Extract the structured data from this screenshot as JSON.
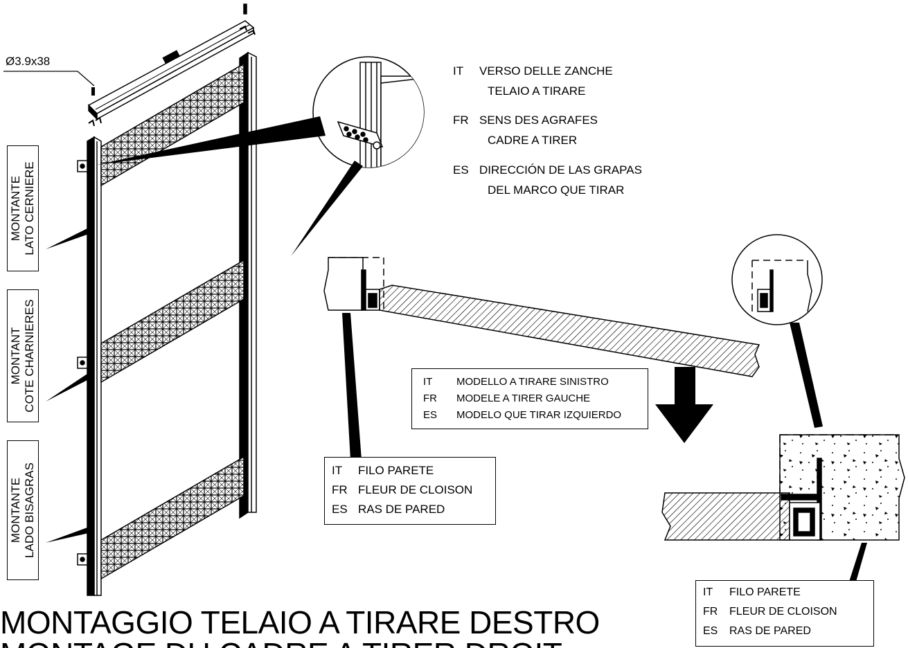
{
  "screw_label": "Ø3.9x38",
  "side_labels": [
    {
      "line1": "MONTANTE",
      "line2": "LATO  CERNIERE"
    },
    {
      "line1": "MONTANT",
      "line2": "COTE CHARNIERES"
    },
    {
      "line1": "MONTANTE",
      "line2": "LADO BISAGRAS"
    }
  ],
  "clip_direction": [
    {
      "lang": "IT",
      "line1": "VERSO DELLE ZANCHE",
      "line2": "TELAIO A TIRARE"
    },
    {
      "lang": "FR",
      "line1": "SENS DES AGRAFES",
      "line2": "CADRE A TIRER"
    },
    {
      "lang": "ES",
      "line1": "DIRECCIÓN DE LAS GRAPAS",
      "line2": "DEL MARCO QUE TIRAR"
    }
  ],
  "model_box": [
    {
      "lang": "IT",
      "text": "MODELLO A TIRARE SINISTRO"
    },
    {
      "lang": "FR",
      "text": "MODELE  A TIRER GAUCHE"
    },
    {
      "lang": "ES",
      "text": "MODELO QUE TIRAR IZQUIERDO"
    }
  ],
  "wall_flush_left": [
    {
      "lang": "IT",
      "text": "FILO PARETE"
    },
    {
      "lang": "FR",
      "text": "FLEUR DE CLOISON"
    },
    {
      "lang": "ES",
      "text": "RAS DE PARED"
    }
  ],
  "wall_flush_right": [
    {
      "lang": "IT",
      "text": "FILO PARETE"
    },
    {
      "lang": "FR",
      "text": "FLEUR DE CLOISON"
    },
    {
      "lang": "ES",
      "text": "RAS DE PARED"
    }
  ],
  "title_line1": "MONTAGGIO TELAIO A TIRARE  DESTRO",
  "title_line2": "MONTAGE DU CADRE A TIRER DROIT"
}
